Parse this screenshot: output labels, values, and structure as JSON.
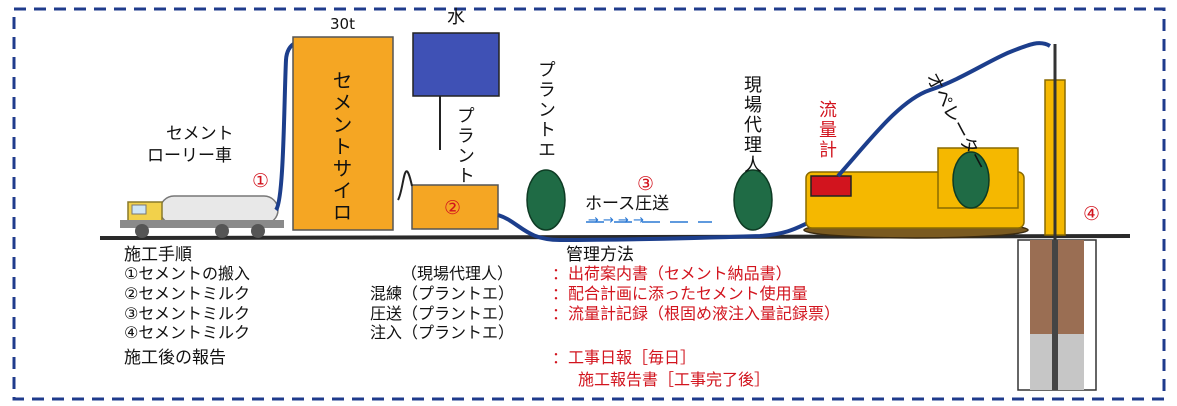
{
  "colors": {
    "frame": "#1f3b8c",
    "silo": "#f5a623",
    "water_tank": "#3f51b5",
    "crane": "#f5b800",
    "worker": "#1f6b45",
    "hose": "#1c3e8c",
    "accent_red": "#d2141e",
    "blue_arrow": "#2a78d4"
  },
  "diagram": {
    "silo_capacity": "30t",
    "water": "水",
    "silo_label": "セメントサイロ",
    "plant_label": "プラント",
    "plant_worker_label": "プラントエ",
    "site_agent_label": "現場代理人",
    "flow_meter_label": "流量計",
    "operator_label": "オペレーター",
    "truck_label_line1": "セメント",
    "truck_label_line2": "ローリー車",
    "step1": "①",
    "step2": "②",
    "step3": "③",
    "step4": "④",
    "hose_label": "ホース圧送",
    "arrows": "→ → → →"
  },
  "procedure": {
    "heading": "施工手順",
    "items": [
      "①セメントの搬入",
      "②セメントミルク",
      "③セメントミルク",
      "④セメントミルク"
    ],
    "roles": [
      "（現場代理人）",
      "混練（プラントエ）",
      "圧送（プラントエ）",
      "注入（プラントエ）"
    ]
  },
  "management": {
    "heading": "管理方法",
    "items": [
      "：出荷案内書（セメント納品書）",
      "：配合計画に添ったセメント使用量",
      "：流量計記録（根固め液注入量記録票）"
    ]
  },
  "report": {
    "heading": "施工後の報告",
    "line1": "：工事日報［毎日］",
    "line2": "施工報告書［工事完了後］"
  }
}
